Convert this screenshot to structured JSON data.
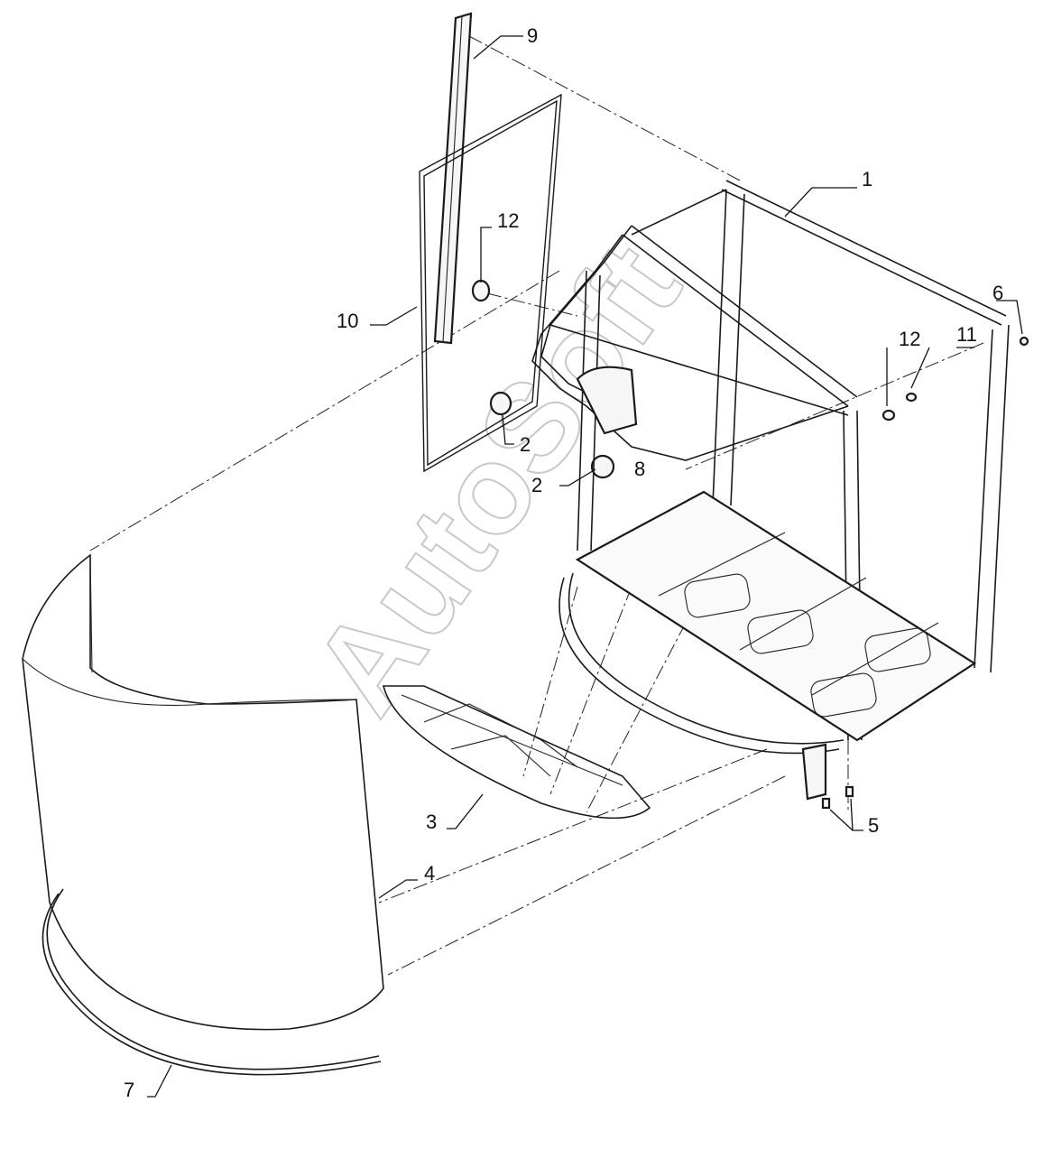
{
  "watermark": "AutoSoft",
  "callouts": [
    {
      "id": "c1",
      "label": "1"
    },
    {
      "id": "c2a",
      "label": "2"
    },
    {
      "id": "c2b",
      "label": "2"
    },
    {
      "id": "c3",
      "label": "3"
    },
    {
      "id": "c4",
      "label": "4"
    },
    {
      "id": "c5",
      "label": "5"
    },
    {
      "id": "c6",
      "label": "6"
    },
    {
      "id": "c7",
      "label": "7"
    },
    {
      "id": "c8",
      "label": "8"
    },
    {
      "id": "c9",
      "label": "9"
    },
    {
      "id": "c10",
      "label": "10"
    },
    {
      "id": "c11",
      "label": "11"
    },
    {
      "id": "c12a",
      "label": "12"
    },
    {
      "id": "c12b",
      "label": "12"
    }
  ]
}
